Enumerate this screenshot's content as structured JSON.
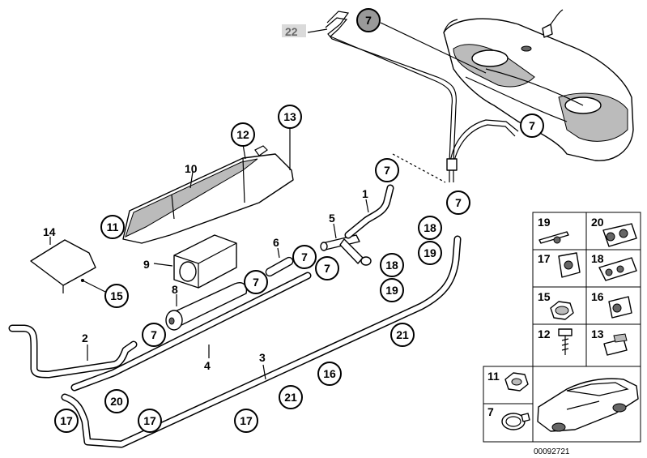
{
  "callouts": {
    "c22": "22",
    "c7_top": "7",
    "c7_tank": "7",
    "c7_pipe": "7",
    "c13": "13",
    "c12": "12",
    "c10": "10",
    "c11": "11",
    "c14": "14",
    "c15": "15",
    "c9": "9",
    "c8": "8",
    "c6": "6",
    "c5": "5",
    "c1": "1",
    "c7_t1": "7",
    "c7_h6": "7",
    "c7_h6b": "7",
    "c7_t5": "7",
    "c7_m8": "7",
    "c18_a": "18",
    "c19_a": "19",
    "c18_b": "18",
    "c19_b": "19",
    "c2": "2",
    "c4": "4",
    "c3": "3",
    "c21_a": "21",
    "c16": "16",
    "c21_b": "21",
    "c20": "20",
    "c17_a": "17",
    "c17_b": "17",
    "c17_c": "17"
  },
  "legend_grid": {
    "cells": [
      "19",
      "20",
      "17",
      "18",
      "15",
      "16",
      "12",
      "13",
      "11",
      "7"
    ]
  },
  "doc_number": "00092721"
}
